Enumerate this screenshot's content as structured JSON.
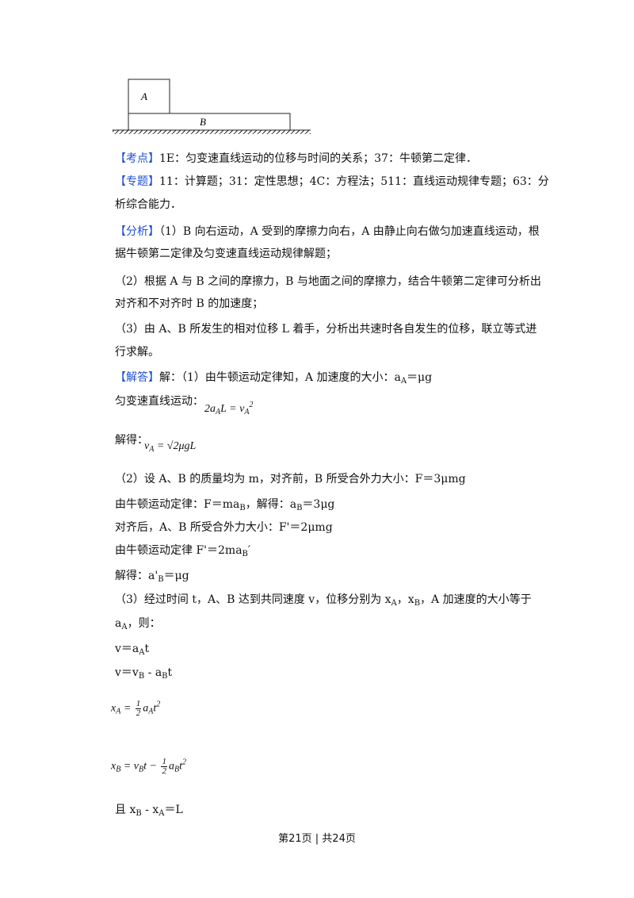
{
  "figure": {
    "label_a": "A",
    "label_b": "B"
  },
  "kaodian": {
    "tag": "【考点】",
    "text": "1E：匀变速直线运动的位移与时间的关系；37：牛顿第二定律．"
  },
  "zhuanti": {
    "tag": "【专题】",
    "line1": "11：计算题；31：定性思想；4C：方程法；511：直线运动规律专题；63：分",
    "line2": "析综合能力．"
  },
  "fenxi": {
    "tag": "【分析】",
    "line1": "（1）B 向右运动，A 受到的摩擦力向右，A 由静止向右做匀加速直线运动，根",
    "line2": "据牛顿第二定律及匀变速直线运动规律解题；",
    "line3": "（2）根据 A 与 B 之间的摩擦力，B 与地面之间的摩擦力，结合牛顿第二定律可分析出",
    "line4": "对齐和不对齐时 B 的加速度；",
    "line5": "（3）由 A、B 所发生的相对位移 L 着手，分析出共速时各自发生的位移，联立等式进",
    "line6": "行求解。"
  },
  "jieda": {
    "tag": "【解答】",
    "line1": "解：（1）由牛顿运动定律知，A 加速度的大小：",
    "eq1": "a",
    "eq1_sub": "A",
    "eq1_rest": "＝μg",
    "line2": "匀变速直线运动：",
    "line3": "解得：",
    "line4": "（2）设 A、B 的质量均为 m，对齐前，B 所受合外力大小：F＝3μmg",
    "line5a": "由牛顿运动定律：F＝ma",
    "line5_sub": "B",
    "line5b": "，解得：a",
    "line5c": "＝3μg",
    "line6": "对齐后，A、B 所受合外力大小：F'＝2μmg",
    "line7a": "由牛顿运动定律 F'＝2ma",
    "line7b": "′",
    "line8a": "解得：a'",
    "line8b": "＝μg",
    "line9": "（3）经过时间 t，A、B 达到共同速度 v，位移分别为 x",
    "line9b": "，x",
    "line9c": "，A 加速度的大小等于",
    "line10a": "a",
    "line10b": "，则：",
    "line11a": "v＝a",
    "line11b": "t",
    "line12a": "v＝v",
    "line12b": " - a",
    "line12c": "t",
    "line_last_a": "且 x",
    "line_last_b": " - x",
    "line_last_c": "＝L"
  },
  "formulas": {
    "f1_a": "2a",
    "f1_b": "L = v",
    "f1_sup": "2",
    "f2_a": "v",
    "f2_b": " = √2μgL",
    "f3_a": "x",
    "f3_b": " = ",
    "f3_num": "1",
    "f3_den": "2",
    "f3_c": "a",
    "f3_d": "t",
    "f4_a": "x",
    "f4_b": " = v",
    "f4_c": "t − ",
    "f4_d": "a",
    "f4_e": "t",
    "sub_a": "A",
    "sub_b": "B"
  },
  "footer": {
    "text": "第21页 | 共24页"
  }
}
